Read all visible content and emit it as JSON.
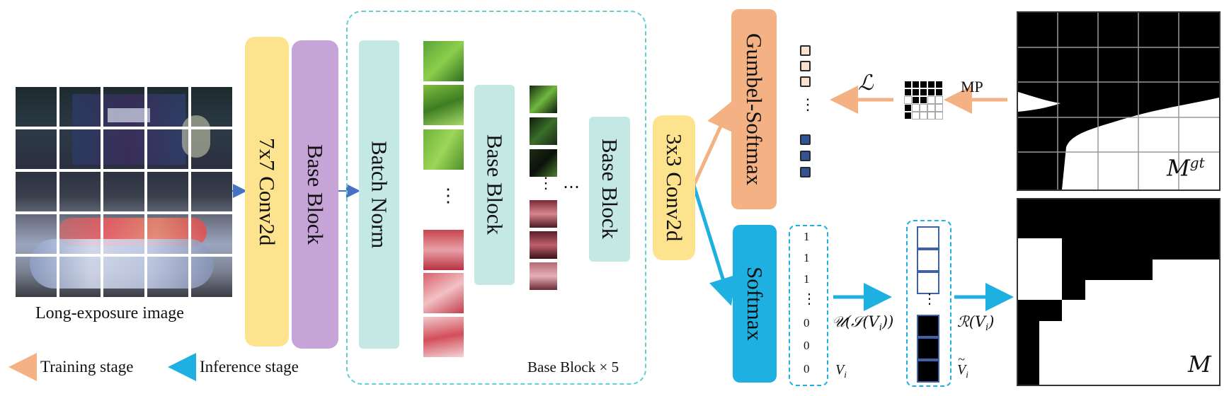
{
  "diagram": {
    "input_caption": "Long-exposure image",
    "conv7": "7x7 Conv2d",
    "base_block_1": "Base Block",
    "batch_norm": "Batch Norm",
    "base_block_2": "Base Block",
    "base_block_3": "Base Block",
    "base_block_repeat": "Base Block × 5",
    "conv3": "3x3 Conv2d",
    "gumbel_softmax": "Gumbel-Softmax",
    "softmax": "Softmax",
    "loss_symbol": "ℒ",
    "mp_label": "MP",
    "vi_values": [
      "1",
      "1",
      "1",
      "⋮",
      "0",
      "0",
      "0"
    ],
    "vi_label": "V",
    "vi_sub": "i",
    "u_func": "𝒰(𝒮(V",
    "u_func_sub": "i",
    "u_func_end": "))",
    "r_func": "ℛ(V",
    "r_func_sub": "i",
    "r_func_end": ")",
    "vi_tilde_label": "V",
    "vi_tilde_sub": "i",
    "mgt_label": "M",
    "mgt_sup": "gt",
    "m_label": "M",
    "ellipsis_v": "⋮",
    "ellipsis_h": "⋯",
    "colors": {
      "training": "#f4b183",
      "inference": "#1eb0e0",
      "conv_yellow": "#fde38d",
      "base_purple": "#c7a4d7",
      "teal_block": "#c4e9e5",
      "orange_block": "#f4b183",
      "blue_block": "#1eb0e0",
      "dashed_border": "#5fd1d1"
    }
  },
  "legend": {
    "training": "Training stage",
    "inference": "Inference stage"
  }
}
